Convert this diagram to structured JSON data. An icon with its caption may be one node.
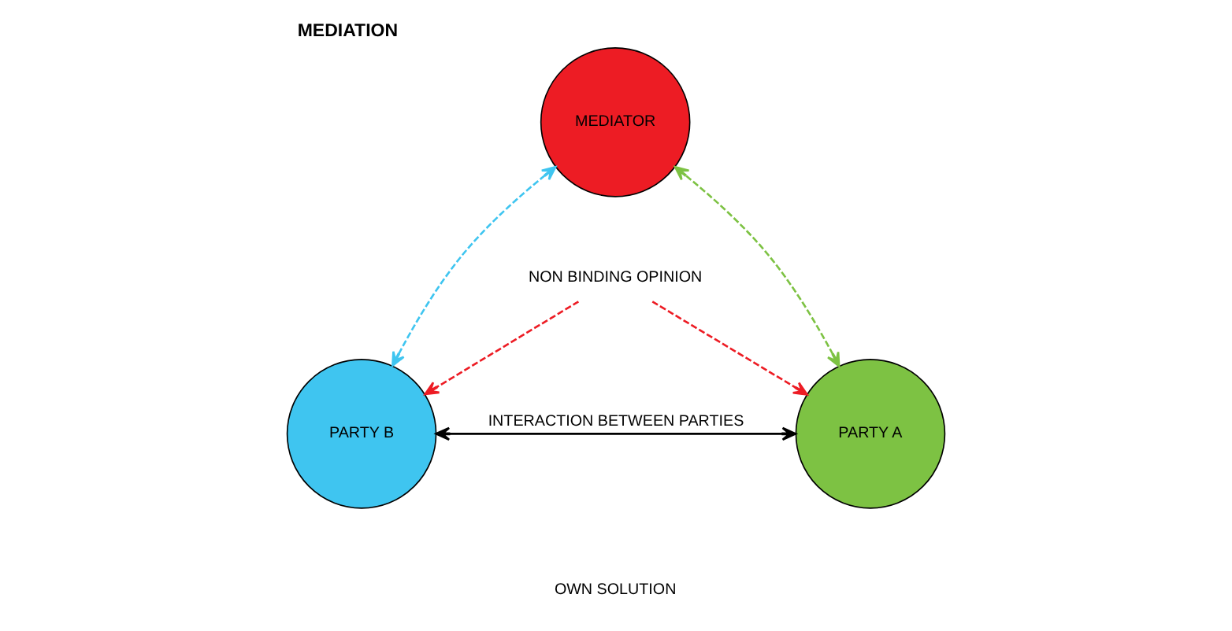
{
  "diagram": {
    "title": "MEDIATION",
    "nodes": [
      {
        "text": [
          "MEDIATOR"
        ]
      },
      {
        "text": [
          "NON BINDING OPINION"
        ]
      },
      {
        "text": [
          "PARTY A"
        ]
      },
      {
        "text": [
          "PARTY B"
        ]
      }
    ],
    "edges": [
      {
        "from": 2,
        "to": 0,
        "arrow": "both",
        "style": "dashed",
        "color": "#7dc243"
      },
      {
        "from": 0,
        "to": 3,
        "arrow": "both",
        "style": "dashed",
        "color": "#3fc5f0"
      },
      {
        "from": 1,
        "to": 2,
        "arrow": "to",
        "style": "dashed",
        "color": "#ed1c24"
      },
      {
        "from": 1,
        "to": 3,
        "arrow": "to",
        "style": "dashed",
        "color": "#ed1c24"
      },
      {
        "from": 2,
        "to": 3,
        "arrow": "both",
        "color": "#000000",
        "label": "INTERACTION BETWEEN PARTIES"
      }
    ],
    "labels": [
      "OWN SOLUTION"
    ]
  }
}
